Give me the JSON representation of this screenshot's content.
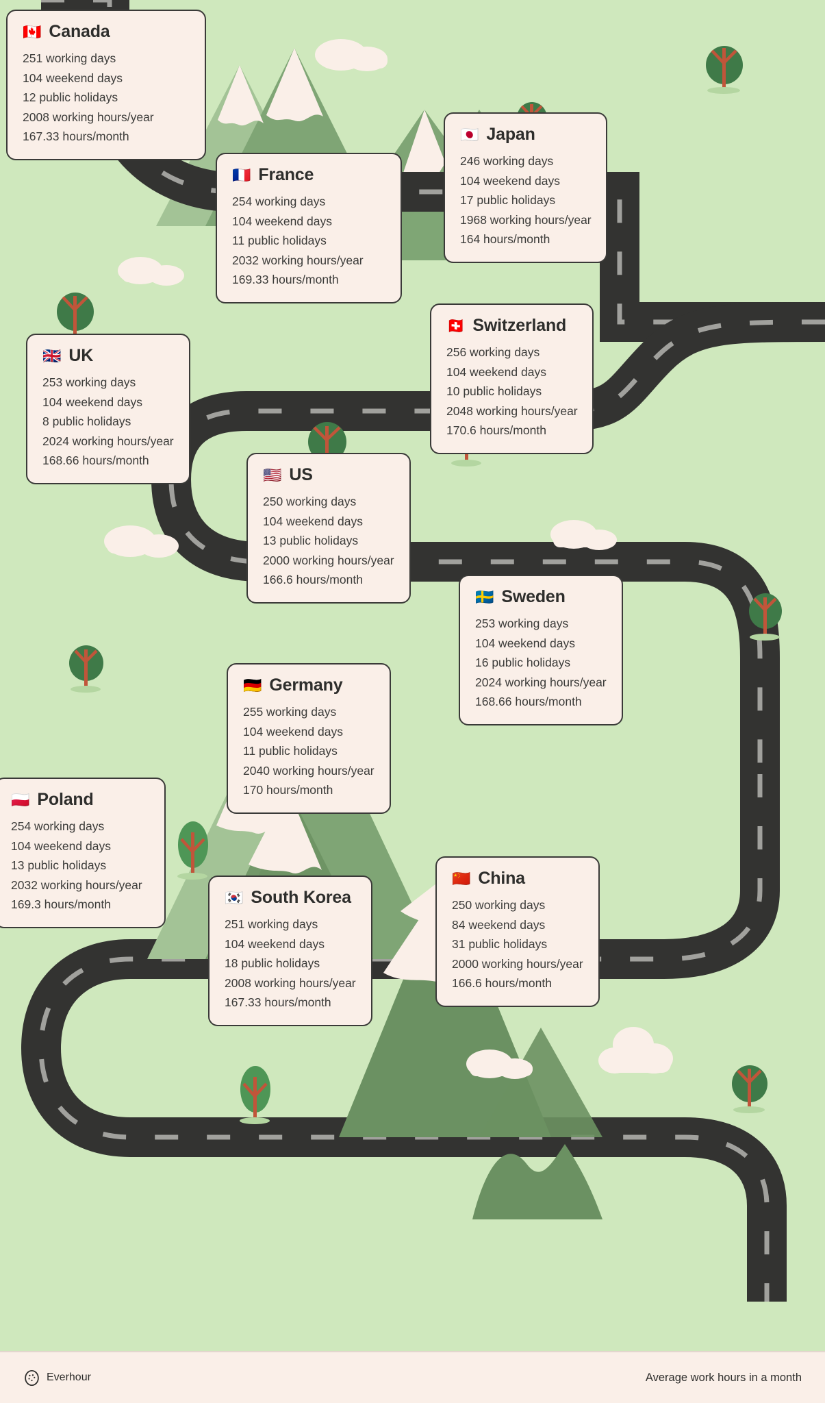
{
  "theme": {
    "background_green": "#cfe8bd",
    "card_cream": "#faefe8",
    "card_border": "#3a3a38",
    "road_dark": "#333331",
    "road_dash": "#a8a8a3",
    "mountain_light": "#a3c396",
    "mountain_mid": "#7fa575",
    "mountain_dark": "#6b9162",
    "snow": "#faefe8",
    "tree_green": "#4e9656",
    "tree_dark_green": "#3f7a48",
    "trunk_brown": "#c1553a",
    "text_dark": "#2e2e2c"
  },
  "cards": [
    {
      "id": "canada",
      "flag": "🇨🇦",
      "flag_name": "flag-canada",
      "name": "Canada",
      "stats": [
        "251 working days",
        "104 weekend days",
        "12 public holidays",
        "2008 working hours/year",
        "167.33 hours/month"
      ]
    },
    {
      "id": "france",
      "flag": "🇫🇷",
      "flag_name": "flag-france",
      "name": "France",
      "stats": [
        "254 working days",
        "104 weekend days",
        "11 public holidays",
        "2032 working hours/year",
        "169.33 hours/month"
      ]
    },
    {
      "id": "japan",
      "flag": "🇯🇵",
      "flag_name": "flag-japan",
      "name": "Japan",
      "stats": [
        "246 working days",
        "104 weekend days",
        "17 public holidays",
        "1968 working hours/year",
        "164 hours/month"
      ]
    },
    {
      "id": "switzerland",
      "flag": "🇨🇭",
      "flag_name": "flag-switzerland",
      "name": "Switzerland",
      "stats": [
        "256 working days",
        "104 weekend days",
        "10 public holidays",
        "2048 working hours/year",
        "170.6 hours/month"
      ]
    },
    {
      "id": "uk",
      "flag": "🇬🇧",
      "flag_name": "flag-uk",
      "name": "UK",
      "stats": [
        "253 working days",
        "104 weekend days",
        "8 public holidays",
        "2024 working hours/year",
        "168.66 hours/month"
      ]
    },
    {
      "id": "us",
      "flag": "🇺🇸",
      "flag_name": "flag-us",
      "name": "US",
      "stats": [
        "250 working days",
        "104 weekend days",
        "13 public holidays",
        "2000 working hours/year",
        "166.6 hours/month"
      ]
    },
    {
      "id": "sweden",
      "flag": "🇸🇪",
      "flag_name": "flag-sweden",
      "name": "Sweden",
      "stats": [
        "253 working days",
        "104 weekend days",
        "16 public holidays",
        "2024 working hours/year",
        "168.66 hours/month"
      ]
    },
    {
      "id": "germany",
      "flag": "🇩🇪",
      "flag_name": "flag-germany",
      "name": "Germany",
      "stats": [
        "255 working days",
        "104 weekend days",
        "11 public holidays",
        "2040 working hours/year",
        "170 hours/month"
      ]
    },
    {
      "id": "poland",
      "flag": "🇵🇱",
      "flag_name": "flag-poland",
      "name": "Poland",
      "stats": [
        "254 working days",
        "104 weekend days",
        "13 public holidays",
        "2032 working hours/year",
        "169.3 hours/month"
      ]
    },
    {
      "id": "south-korea",
      "flag": "🇰🇷",
      "flag_name": "flag-south-korea",
      "name": "South Korea",
      "stats": [
        "251 working days",
        "104 weekend days",
        "18 public holidays",
        "2008 working hours/year",
        "167.33 hours/month"
      ]
    },
    {
      "id": "china",
      "flag": "🇨🇳",
      "flag_name": "flag-china",
      "name": "China",
      "stats": [
        "250 working days",
        "84 weekend days",
        "31 public holidays",
        "2000 working hours/year",
        "166.6 hours/month"
      ]
    }
  ],
  "footer": {
    "brand": "Everhour",
    "brand_icon": "everhour-logo-icon",
    "tagline": "Average work hours in a month"
  }
}
